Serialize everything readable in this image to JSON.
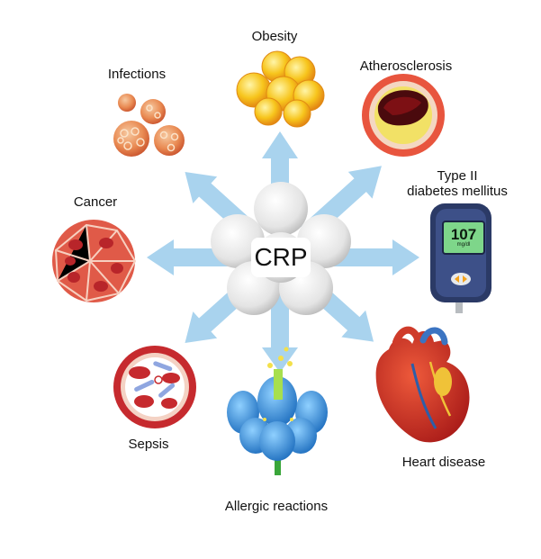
{
  "center": {
    "label": "CRP"
  },
  "conditions": [
    {
      "id": "obesity",
      "label": "Obesity"
    },
    {
      "id": "atherosclerosis",
      "label": "Atherosclerosis"
    },
    {
      "id": "diabetes",
      "label_line1": "Type II",
      "label_line2": "diabetes mellitus"
    },
    {
      "id": "heart-disease",
      "label": "Heart disease"
    },
    {
      "id": "allergic",
      "label": "Allergic reactions"
    },
    {
      "id": "sepsis",
      "label": "Sepsis"
    },
    {
      "id": "cancer",
      "label": "Cancer"
    },
    {
      "id": "infections",
      "label": "Infections"
    }
  ],
  "glucose_meter": {
    "value": "107",
    "unit": "mg/dl"
  },
  "colors": {
    "arrow": "#a9d3ee",
    "fat_cell": "#f6c21a",
    "vessel": "#c6252b",
    "heart": "#c9281f",
    "flower": "#3a8fd6",
    "cancer_cell": "#e05a48",
    "infection": "#e88a4a",
    "crp_sphere": "#e9e9e9"
  }
}
